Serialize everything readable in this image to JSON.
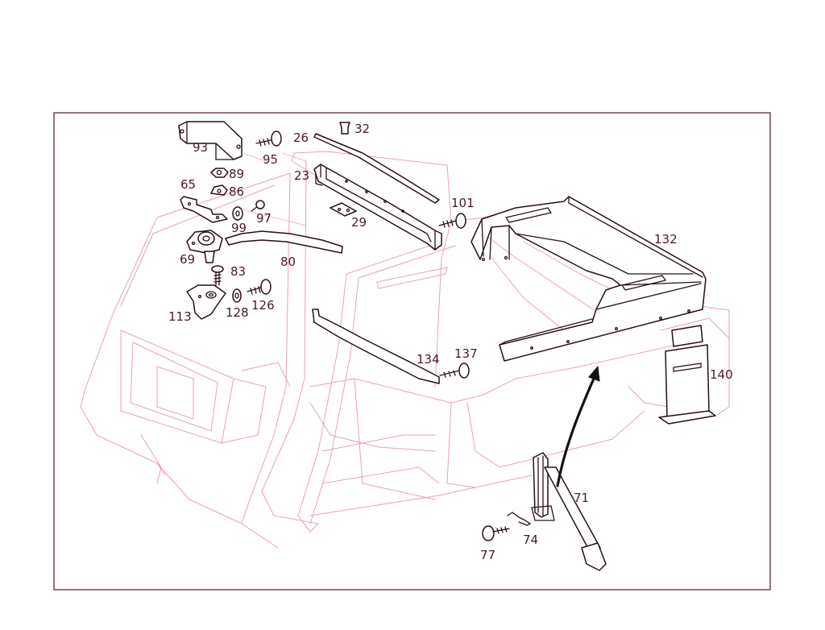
{
  "diagram": {
    "callouts": [
      {
        "label": "93"
      },
      {
        "label": "95"
      },
      {
        "label": "26"
      },
      {
        "label": "32"
      },
      {
        "label": "89"
      },
      {
        "label": "86"
      },
      {
        "label": "65"
      },
      {
        "label": "97"
      },
      {
        "label": "99"
      },
      {
        "label": "23"
      },
      {
        "label": "29"
      },
      {
        "label": "101"
      },
      {
        "label": "69"
      },
      {
        "label": "80"
      },
      {
        "label": "83"
      },
      {
        "label": "132"
      },
      {
        "label": "113"
      },
      {
        "label": "128"
      },
      {
        "label": "126"
      },
      {
        "label": "134"
      },
      {
        "label": "137"
      },
      {
        "label": "140"
      },
      {
        "label": "71"
      },
      {
        "label": "74"
      },
      {
        "label": "77"
      }
    ]
  }
}
